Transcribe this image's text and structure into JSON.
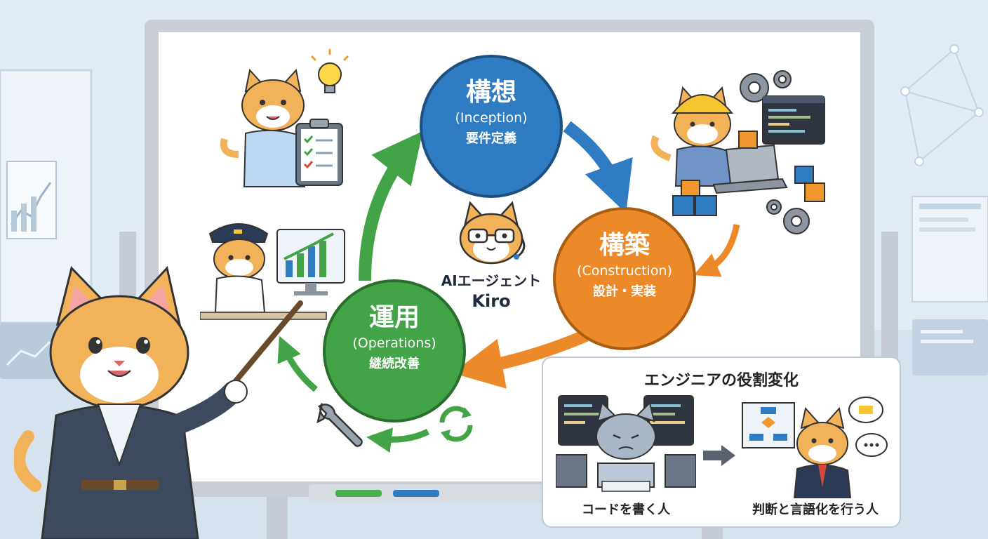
{
  "cycle": {
    "inception": {
      "title": "構想",
      "en": "(Inception)",
      "sub": "要件定義",
      "color": "#2f7cc2"
    },
    "construction": {
      "title": "構築",
      "en": "(Construction)",
      "sub": "設計・実装",
      "color": "#ec8a2a"
    },
    "operations": {
      "title": "運用",
      "en": "(Operations)",
      "sub": "継続改善",
      "color": "#43a447"
    }
  },
  "center": {
    "line1": "AIエージェント",
    "line2": "Kiro"
  },
  "panel": {
    "title": "エンジニアの役割変化",
    "before_caption": "コードを書く人",
    "after_caption": "判断と言語化を行う人"
  },
  "colors": {
    "background": "#dfe9f3",
    "whiteboard": "#ffffff",
    "frame": "#c9ced6",
    "cat": "#f2b25a"
  },
  "icons": [
    "lightbulb-icon",
    "clipboard-icon",
    "gear-icon",
    "code-window-icon",
    "laptop-icon",
    "bar-chart-icon",
    "wrench-icon",
    "refresh-icon",
    "speech-bubble-icon",
    "flowchart-icon",
    "arrow-right-icon"
  ]
}
